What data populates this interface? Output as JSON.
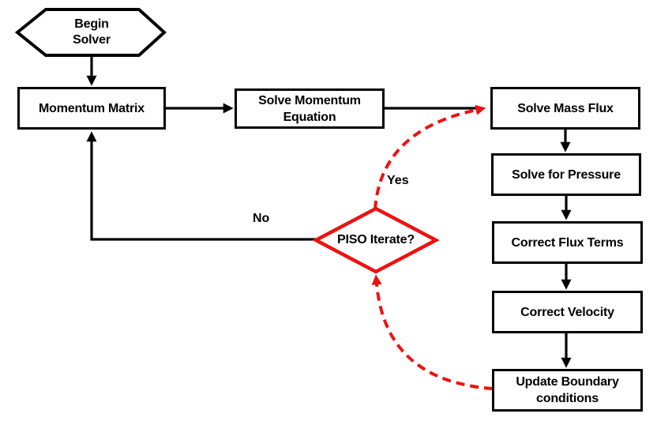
{
  "diagram": {
    "type": "flowchart",
    "background": "#ffffff",
    "colors": {
      "node_border": "#000000",
      "node_fill": "#ffffff",
      "arrow": "#000000",
      "decision_border": "#ee1111",
      "loop_arrow": "#ee1111",
      "label_text": "#000000"
    },
    "nodes": [
      {
        "id": "begin-solver",
        "shape": "hexagon",
        "label": "Begin Solver"
      },
      {
        "id": "momentum-matrix",
        "shape": "rect",
        "label": "Momentum Matrix"
      },
      {
        "id": "solve-momentum-equation",
        "shape": "rect",
        "label": "Solve Momentum Equation"
      },
      {
        "id": "solve-mass-flux",
        "shape": "rect",
        "label": "Solve Mass Flux"
      },
      {
        "id": "solve-for-pressure",
        "shape": "rect",
        "label": "Solve for Pressure"
      },
      {
        "id": "correct-flux-terms",
        "shape": "rect",
        "label": "Correct Flux Terms"
      },
      {
        "id": "correct-velocity",
        "shape": "rect",
        "label": "Correct Velocity"
      },
      {
        "id": "update-boundary-conditions",
        "shape": "rect",
        "label": "Update Boundary conditions"
      },
      {
        "id": "piso-iterate",
        "shape": "diamond",
        "label": "PISO Iterate?"
      }
    ],
    "edges": [
      {
        "from": "begin-solver",
        "to": "momentum-matrix",
        "style": "solid",
        "label": ""
      },
      {
        "from": "momentum-matrix",
        "to": "solve-momentum-equation",
        "style": "solid",
        "label": ""
      },
      {
        "from": "solve-momentum-equation",
        "to": "solve-mass-flux",
        "style": "solid",
        "label": ""
      },
      {
        "from": "solve-mass-flux",
        "to": "solve-for-pressure",
        "style": "solid",
        "label": ""
      },
      {
        "from": "solve-for-pressure",
        "to": "correct-flux-terms",
        "style": "solid",
        "label": ""
      },
      {
        "from": "correct-flux-terms",
        "to": "correct-velocity",
        "style": "solid",
        "label": ""
      },
      {
        "from": "correct-velocity",
        "to": "update-boundary-conditions",
        "style": "solid",
        "label": ""
      },
      {
        "from": "piso-iterate",
        "to": "momentum-matrix",
        "style": "solid",
        "label": "No"
      },
      {
        "from": "piso-iterate",
        "to": "solve-mass-flux",
        "style": "dashed",
        "label": "Yes"
      },
      {
        "from": "update-boundary-conditions",
        "to": "piso-iterate",
        "style": "dashed",
        "label": ""
      }
    ]
  }
}
